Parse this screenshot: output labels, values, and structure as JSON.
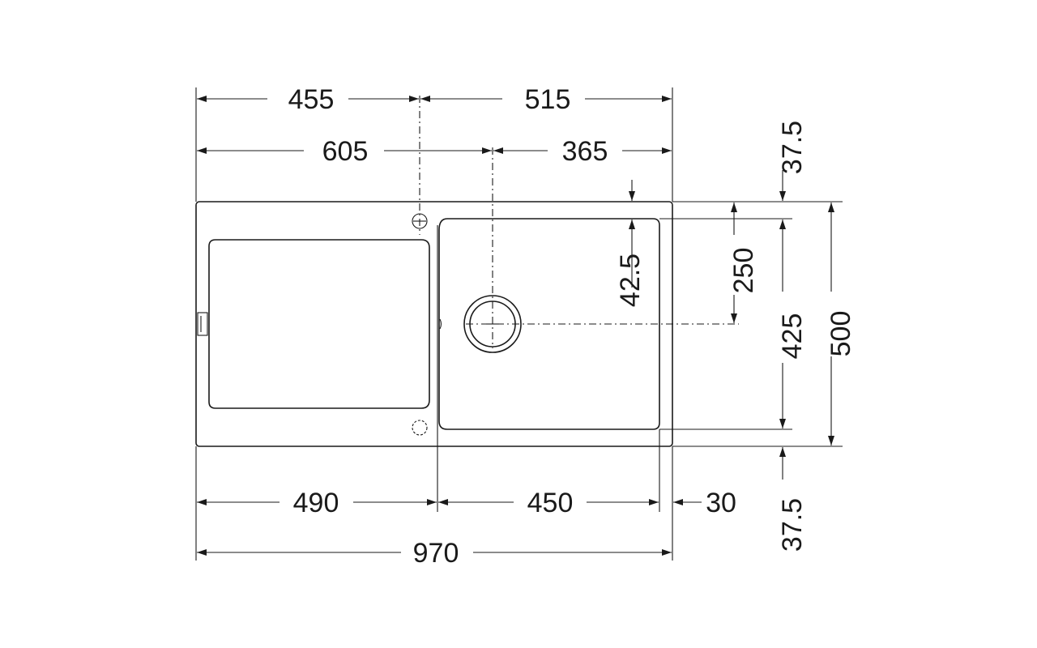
{
  "dimensions": {
    "top_left_455": "455",
    "top_right_515": "515",
    "second_left_605": "605",
    "second_right_365": "365",
    "drainer_490": "490",
    "bowl_450": "450",
    "edge_30": "30",
    "overall_970": "970",
    "depth_500": "500",
    "bowl_depth_425": "425",
    "waste_250": "250",
    "margin_top_37_5": "37.5",
    "margin_bottom_37_5": "37.5",
    "bowl_offset_42_5": "42.5"
  },
  "colors": {
    "line": "#1a1a1a",
    "background": "#ffffff"
  }
}
